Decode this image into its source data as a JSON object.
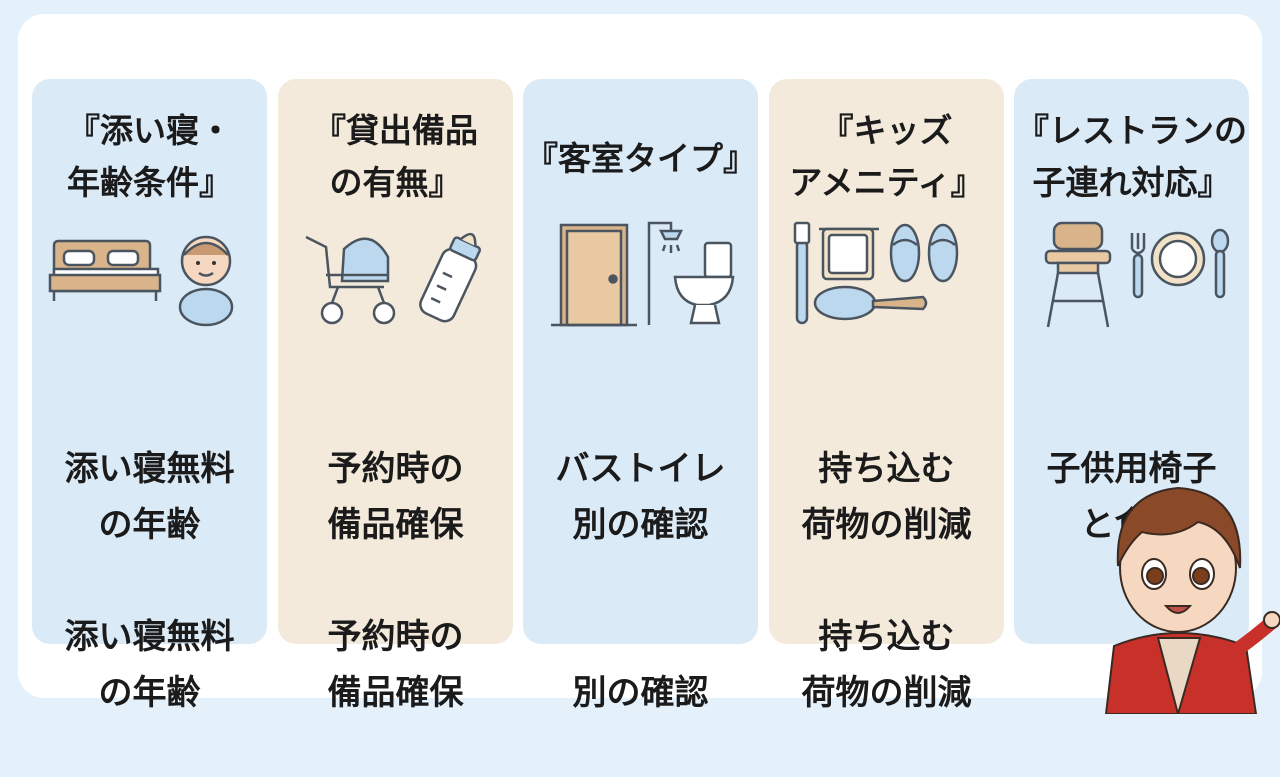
{
  "cards": [
    {
      "title": "『添い寝・\n年齢条件』",
      "icons": [
        "bed-icon",
        "baby-icon"
      ],
      "lines": [
        "添い寝無料\nの年齢",
        "添い寝無料\nの年齢"
      ]
    },
    {
      "title": "『貸出備品\nの有無』",
      "icons": [
        "stroller-icon",
        "baby-bottle-icon"
      ],
      "lines": [
        "予約時の\n備品確保",
        "予約時の\n備品確保"
      ]
    },
    {
      "title": "『客室タイプ』",
      "icons": [
        "door-icon",
        "shower-icon",
        "toilet-icon"
      ],
      "lines": [
        "バストイレ\n別の確認",
        "\n別の確認"
      ]
    },
    {
      "title": "『キッズ\nアメニティ』",
      "icons": [
        "toothbrush-icon",
        "towel-icon",
        "slippers-icon",
        "hairbrush-icon"
      ],
      "lines": [
        "持ち込む\n荷物の削減",
        "持ち込む\n荷物の削減"
      ]
    },
    {
      "title": "『レストランの\n子連れ対応』",
      "icons": [
        "high-chair-icon",
        "fork-icon",
        "plate-icon",
        "spoon-icon"
      ],
      "lines": [
        "子供用椅子\nと食器"
      ]
    }
  ],
  "colors": {
    "background": "#e4f1fb",
    "card_blue": "#dbeaf7",
    "card_beige": "#f3eadb",
    "icon_stroke": "#4a5560",
    "icon_blue": "#bcd8ee",
    "icon_wood": "#d9b48a",
    "mascot_jacket": "#c8312a"
  }
}
